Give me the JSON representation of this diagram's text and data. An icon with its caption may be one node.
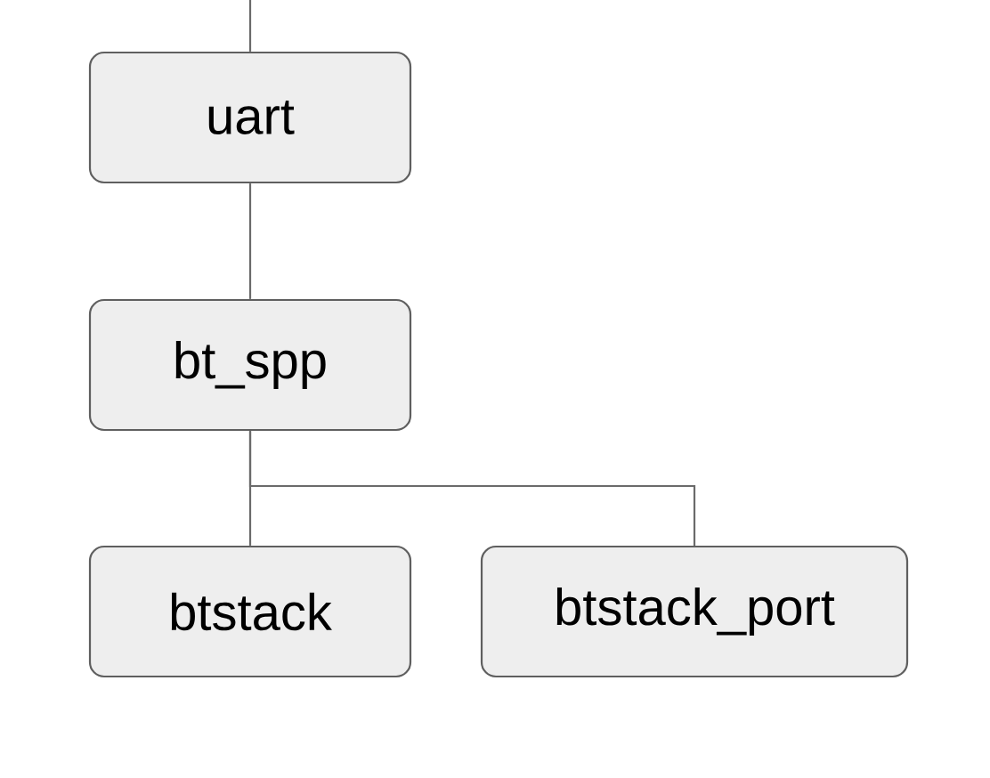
{
  "diagram": {
    "nodes": [
      {
        "text": [
          "uart"
        ]
      },
      {
        "text": [
          "bt_spp"
        ]
      },
      {
        "text": [
          "btstack"
        ]
      },
      {
        "text": [
          "btstack_port"
        ]
      }
    ],
    "edges": [
      {
        "from": null,
        "to": 0,
        "arrow": "none"
      },
      {
        "from": 0,
        "to": 1,
        "arrow": "none"
      },
      {
        "from": 1,
        "to": 2,
        "arrow": "none"
      },
      {
        "from": 1,
        "to": 3,
        "arrow": "none"
      }
    ]
  }
}
